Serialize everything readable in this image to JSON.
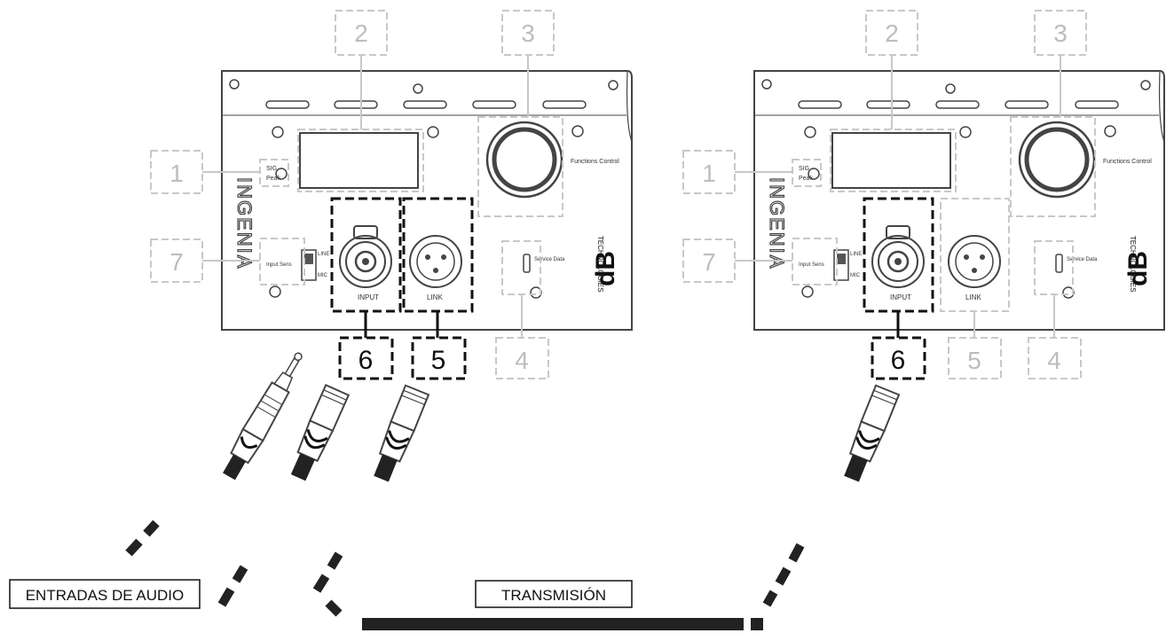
{
  "callout_numbers": {
    "n1": "1",
    "n2": "2",
    "n3": "3",
    "n4": "4",
    "n5": "5",
    "n6": "6",
    "n7": "7"
  },
  "panel": {
    "input_label": "INPUT",
    "link_label": "LINK",
    "peak_label": "Peak",
    "signal_label": "SIG",
    "function_label": "Functions Control",
    "function_label_mirrored": "Functions Control",
    "line_label": "LINE",
    "mic_label": "MIC",
    "input_sens_label": "Input Sens",
    "service_label": "Service Data",
    "brand_short": "dB",
    "brand_long": "TECHNOLOGIES",
    "product_mark": "INGENIA"
  },
  "captions": {
    "audio_inputs": "ENTRADAS DE AUDIO",
    "transmission": "TRANSMISIÓN"
  },
  "colors": {
    "highlight": "#111111",
    "faded": "#bdbdbd",
    "panel_line": "#444444"
  },
  "icons": {
    "jack": "trs-jack-icon",
    "xlr": "xlr-plug-icon",
    "usb": "usb-port-icon"
  }
}
